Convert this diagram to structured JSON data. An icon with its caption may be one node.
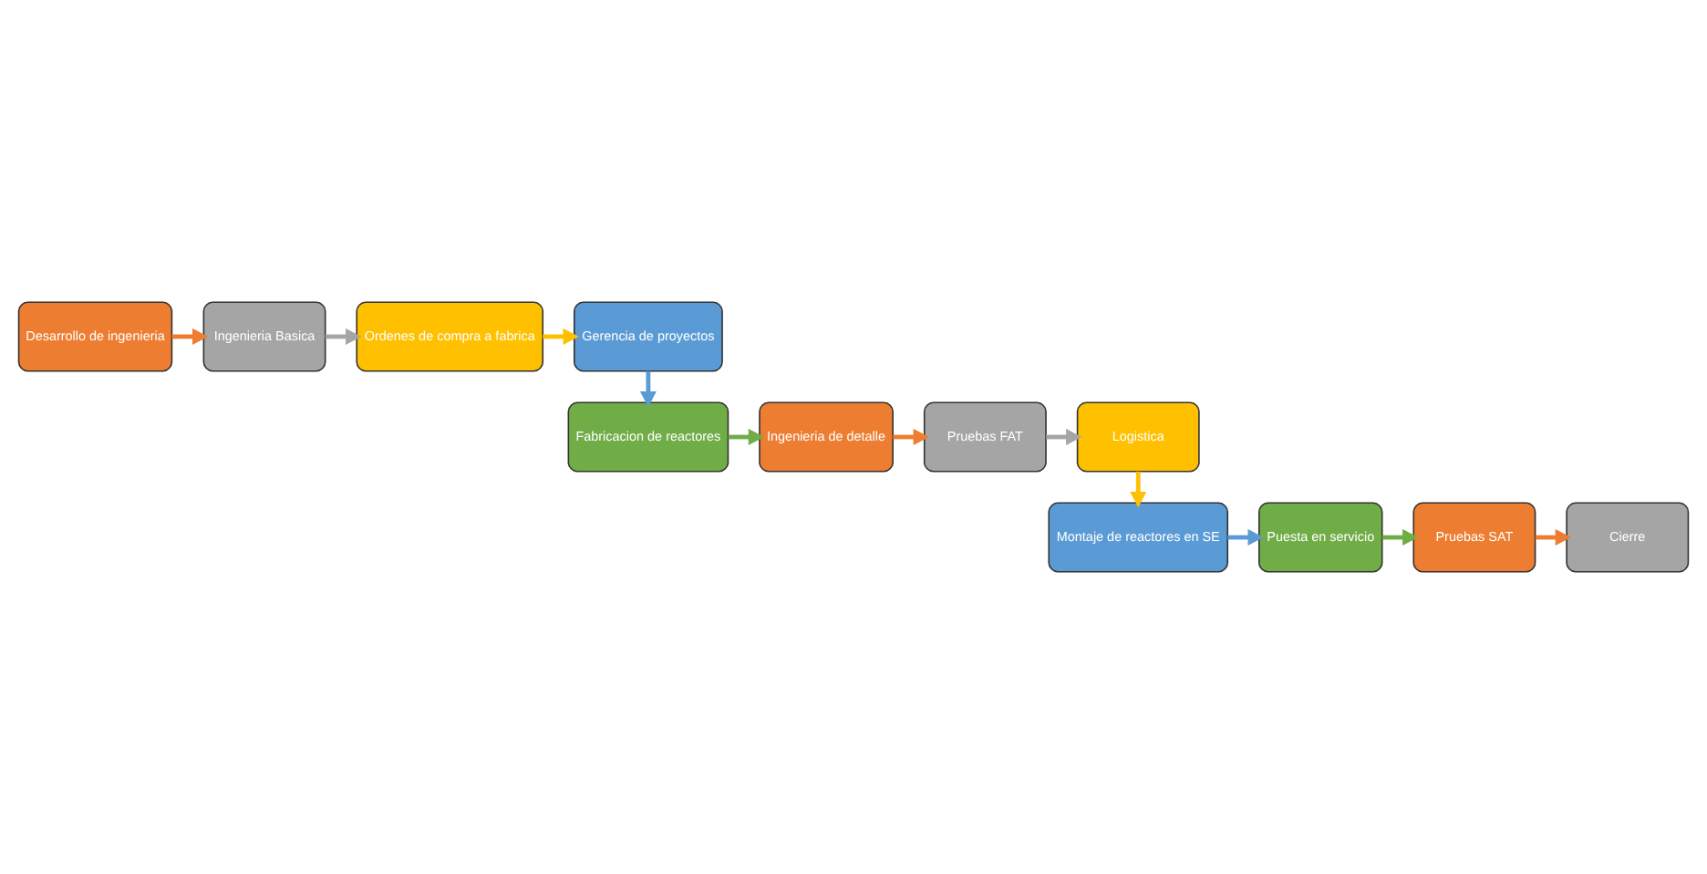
{
  "diagram": {
    "nodes": [
      {
        "text": [
          "Desarrollo de ingenieria"
        ]
      },
      {
        "text": [
          "Ingenieria Basica"
        ]
      },
      {
        "text": [
          "Ordenes de compra a fabrica"
        ]
      },
      {
        "text": [
          "Gerencia de proyectos"
        ]
      },
      {
        "text": [
          "Logistica"
        ]
      },
      {
        "text": [
          "Pruebas FAT"
        ]
      },
      {
        "text": [
          "Ingenieria de detalle"
        ]
      },
      {
        "text": [
          "Fabricacion de reactores"
        ]
      },
      {
        "text": [
          "Montaje de reactores en SE"
        ]
      },
      {
        "text": [
          "Puesta en servicio"
        ]
      },
      {
        "text": [
          "Pruebas SAT"
        ]
      },
      {
        "text": [
          "Cierre"
        ]
      }
    ],
    "edges": [
      {
        "from": 0,
        "to": 1,
        "arrow": "to",
        "color": "#ed7d31"
      },
      {
        "from": 1,
        "to": 2,
        "arrow": "to",
        "color": "#a5a5a5"
      },
      {
        "from": 2,
        "to": 3,
        "arrow": "to",
        "color": "#ffc000"
      },
      {
        "from": 3,
        "to": 7,
        "arrow": "to",
        "color": "#5b9bd5"
      },
      {
        "from": 7,
        "to": 6,
        "arrow": "to",
        "color": "#70ad47"
      },
      {
        "from": 6,
        "to": 5,
        "arrow": "to",
        "color": "#ed7d31"
      },
      {
        "from": 5,
        "to": 4,
        "arrow": "to",
        "color": "#a5a5a5"
      },
      {
        "from": 4,
        "to": 8,
        "arrow": "to",
        "color": "#ffc000"
      },
      {
        "from": 8,
        "to": 9,
        "arrow": "to",
        "color": "#5b9bd5"
      },
      {
        "from": 9,
        "to": 10,
        "arrow": "to",
        "color": "#70ad47"
      },
      {
        "from": 10,
        "to": 11,
        "arrow": "to",
        "color": "#ed7d31"
      }
    ]
  }
}
